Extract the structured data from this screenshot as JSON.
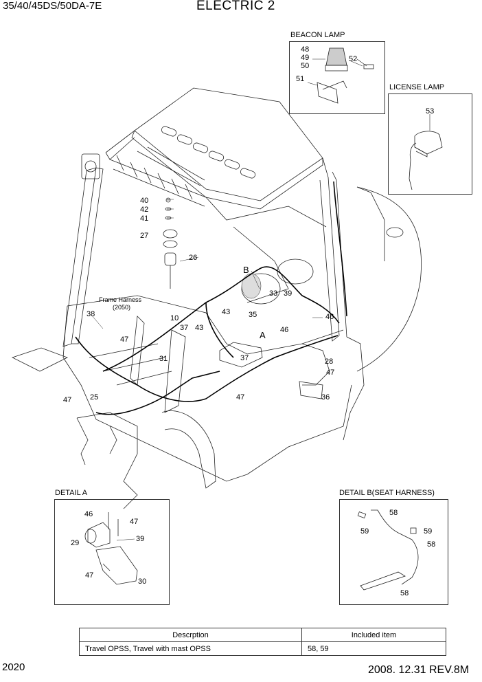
{
  "header": {
    "model": "35/40/45DS/50DA-7E",
    "title": "ELECTRIC 2"
  },
  "footer": {
    "page_number": "2020",
    "revision": "2008. 12.31  REV.8M"
  },
  "insets": {
    "beacon_lamp": "BEACON LAMP",
    "license_lamp": "LICENSE LAMP",
    "detail_a": "DETAIL A",
    "detail_b": "DETAIL B(SEAT HARNESS)"
  },
  "annotations": {
    "frame_harness": "Frame Harness",
    "frame_harness_no": "(2050)",
    "marker_a": "A",
    "marker_b": "B"
  },
  "part_numbers": {
    "p48": "48",
    "p49": "49",
    "p50": "50",
    "p52": "52",
    "p51": "51",
    "p53": "53",
    "p40": "40",
    "p42": "42",
    "p41": "41",
    "p27": "27",
    "p26": "26",
    "p38": "38",
    "p10": "10",
    "p37a": "37",
    "p43a": "43",
    "p43b": "43",
    "p33": "33",
    "p39a": "39",
    "p35": "35",
    "p46a": "46",
    "p46b": "46",
    "p47a": "47",
    "p31": "31",
    "p37b": "37",
    "p28": "28",
    "p47b": "47",
    "p47c": "47",
    "p36": "36",
    "p25": "25",
    "p47d": "47",
    "da46": "46",
    "da47a": "47",
    "da29": "29",
    "da39": "39",
    "da47b": "47",
    "da30": "30",
    "db58a": "58",
    "db59a": "59",
    "db59b": "59",
    "db58b": "58",
    "db58c": "58"
  },
  "included_table": {
    "headers": [
      "Descrption",
      "Included item"
    ],
    "rows": [
      [
        "Travel OPSS, Travel with mast OPSS",
        "58, 59"
      ]
    ]
  }
}
